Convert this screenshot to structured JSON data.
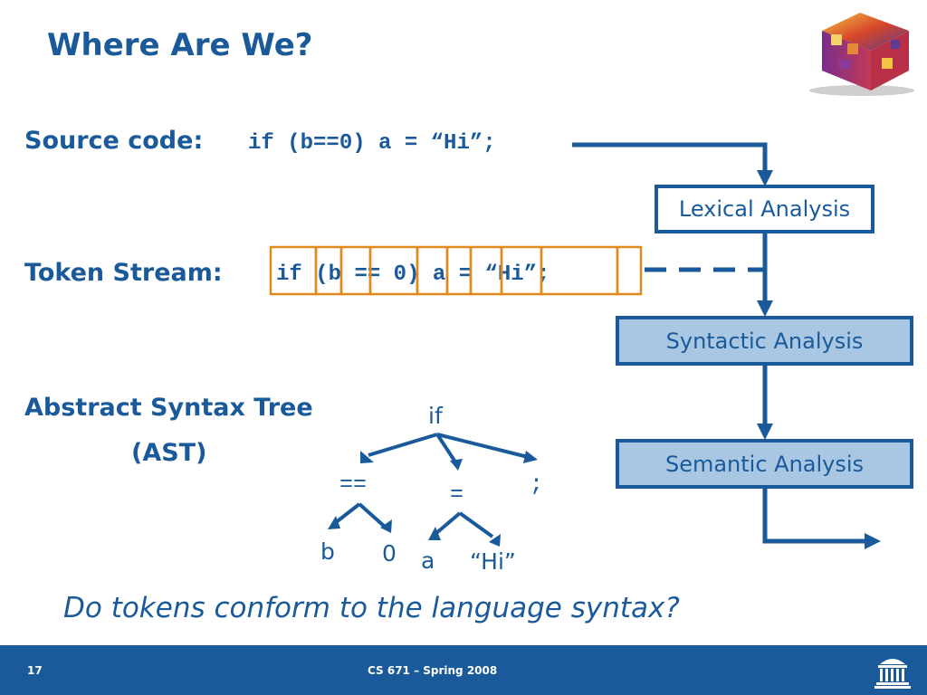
{
  "title": "Where Are We?",
  "source": {
    "label": "Source code:",
    "code": "if (b==0) a = “Hi”;"
  },
  "tokens": {
    "label": "Token Stream:",
    "items": [
      "if",
      "(",
      "b",
      "==",
      "0",
      ")",
      "a",
      "=",
      "“Hi”",
      ";"
    ]
  },
  "ast": {
    "label_line1": "Abstract Syntax Tree",
    "label_line2": "(AST)",
    "nodes": {
      "root": "if",
      "eqeq": "==",
      "assign": "=",
      "semi": ";",
      "b": "b",
      "zero": "0",
      "a": "a",
      "hi": "“Hi”"
    }
  },
  "stages": {
    "lexical": "Lexical Analysis",
    "syntactic": "Syntactic Analysis",
    "semantic": "Semantic Analysis"
  },
  "question": "Do tokens conform to the language syntax?",
  "footer": {
    "slide_number": "17",
    "course": "CS 671 – Spring 2008"
  },
  "colors": {
    "accent": "#1a5a9a",
    "stage_fill": "#a9c7e3",
    "token_border": "#e08a1e",
    "footer_bg": "#1a5a9a"
  },
  "icons": {
    "logo": "3d-cube-logo",
    "university": "rotunda-icon"
  }
}
